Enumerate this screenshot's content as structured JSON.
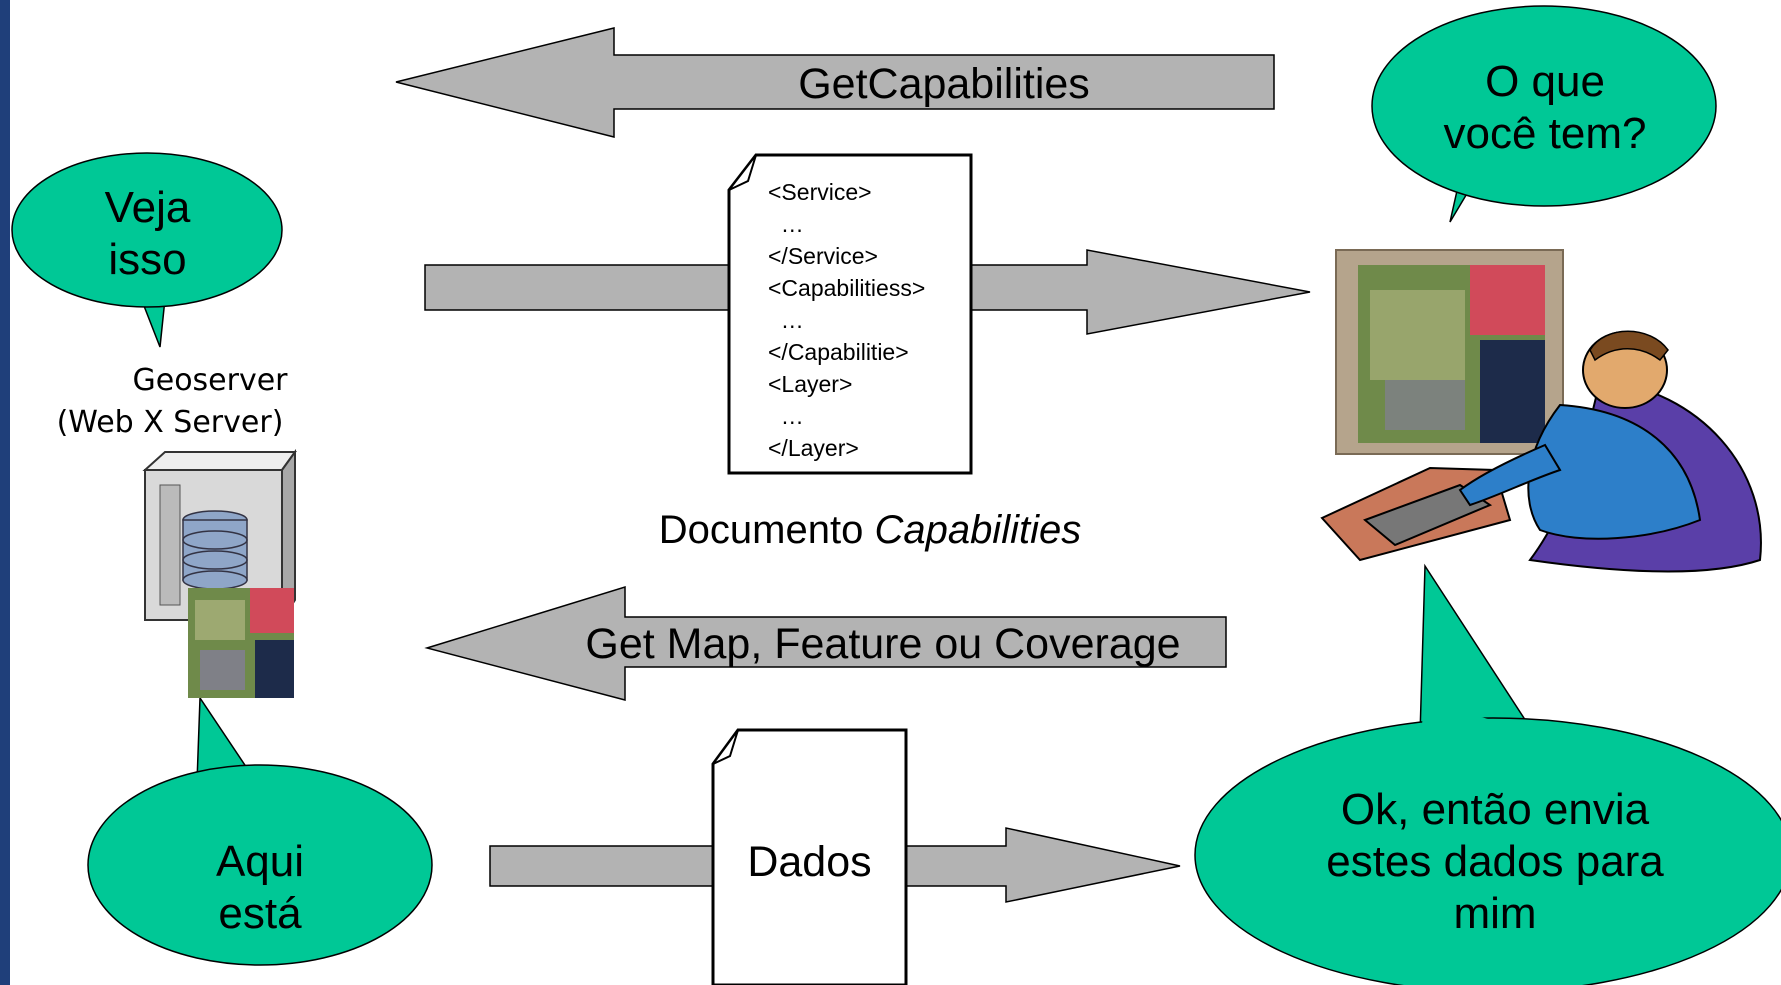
{
  "arrows": {
    "get_capabilities": "GetCapabilities",
    "get_map": "Get Map, Feature ou Coverage"
  },
  "capabilities_doc": {
    "lines": [
      "<Service>",
      "  …",
      "</Service>",
      "<Capabilitiess>",
      "  …",
      "</Capabilitie>",
      "<Layer>",
      "  …",
      "</Layer>"
    ],
    "caption_plain": "Documento ",
    "caption_italic": "Capabilities"
  },
  "data_doc": {
    "label": "Dados"
  },
  "server": {
    "name": "Geoserver",
    "subtitle": "(Web X Server)",
    "icon": "server-database-icon"
  },
  "client": {
    "icon": "user-at-computer-icon"
  },
  "bubbles": {
    "client_question": "O que\nvocê tem?",
    "server_reply": "Veja\nisso",
    "server_data": "Aqui\nestá",
    "client_request": "Ok, então envia\nestes dados para\nmim"
  },
  "colors": {
    "bubble": "#00c896",
    "arrow": "#b3b3b3",
    "left_bar": "#1f3f7a"
  }
}
